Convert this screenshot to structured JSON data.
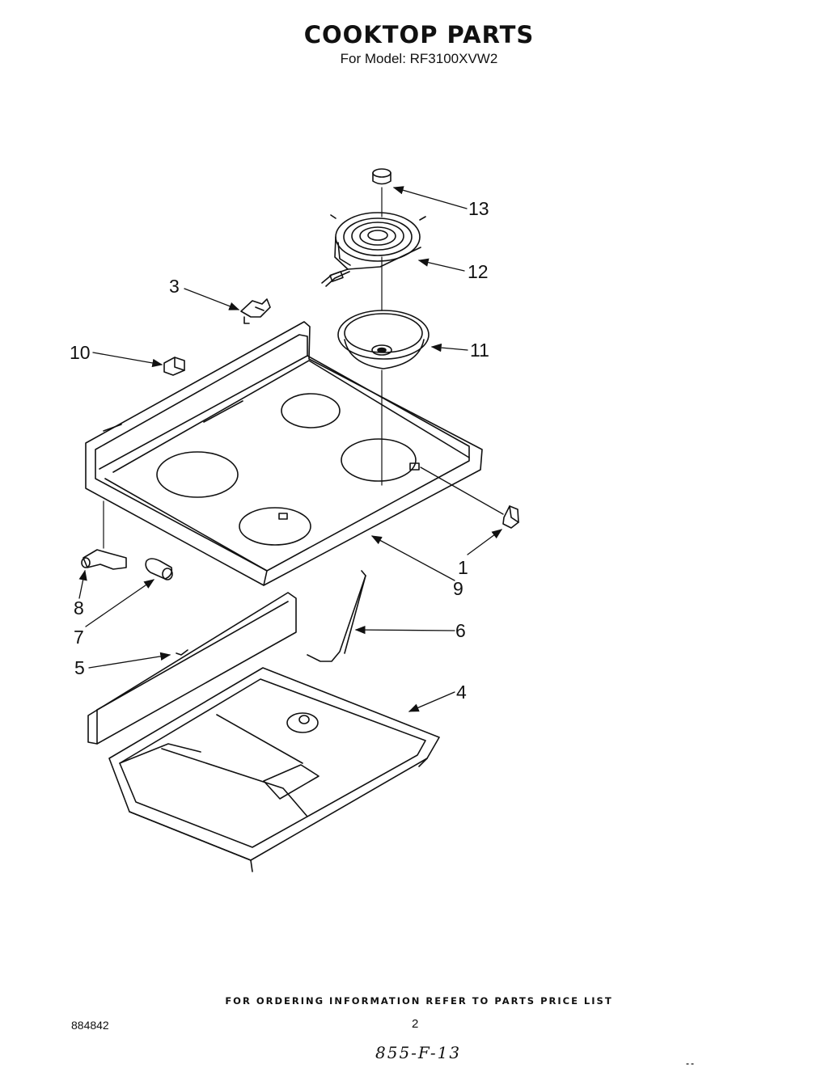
{
  "header": {
    "title": "COOKTOP PARTS",
    "model_line": "For Model: RF3100XVW2"
  },
  "callouts": [
    {
      "label": "13",
      "part": "burner-cap"
    },
    {
      "label": "12",
      "part": "surface-element"
    },
    {
      "label": "3",
      "part": "element-clip"
    },
    {
      "label": "11",
      "part": "drip-bowl"
    },
    {
      "label": "10",
      "part": "bumper"
    },
    {
      "label": "1",
      "part": "receptacle"
    },
    {
      "label": "9",
      "part": "cooktop"
    },
    {
      "label": "8",
      "part": "hinge-pin"
    },
    {
      "label": "7",
      "part": "spacer"
    },
    {
      "label": "6",
      "part": "support-rod"
    },
    {
      "label": "5",
      "part": "rear-panel"
    },
    {
      "label": "4",
      "part": "burner-box"
    }
  ],
  "footer": {
    "note": "FOR ORDERING INFORMATION REFER TO PARTS PRICE LIST",
    "doc_number": "884842",
    "page_number": "2",
    "handwritten": "855-F-13"
  }
}
